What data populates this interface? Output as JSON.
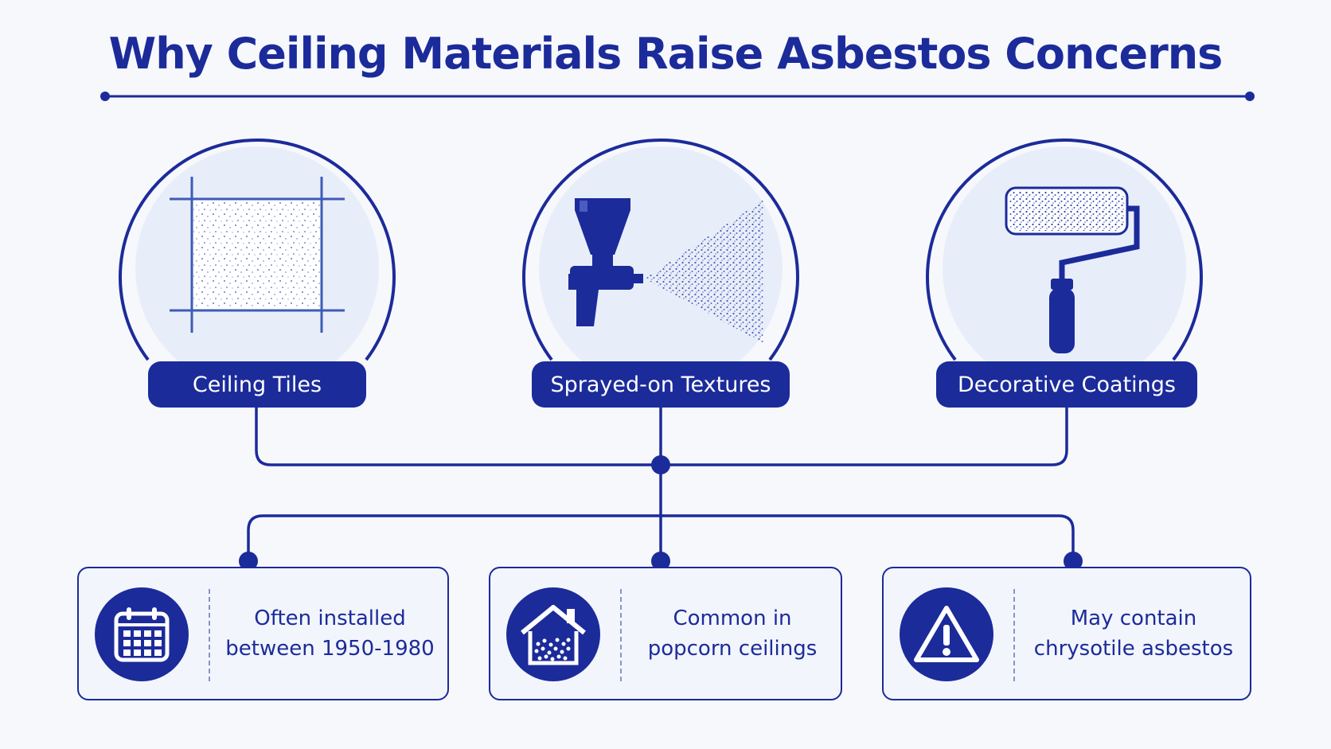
{
  "title": "Why Ceiling Materials Raise Asbestos Concerns",
  "materials": [
    {
      "label": "Ceiling Tiles",
      "icon": "ceiling-tile-icon"
    },
    {
      "label": "Sprayed-on Textures",
      "icon": "spray-gun-icon"
    },
    {
      "label": "Decorative Coatings",
      "icon": "paint-roller-icon"
    }
  ],
  "facts": [
    {
      "line1": "Often installed",
      "line2": "between 1950-1980",
      "icon": "calendar-icon"
    },
    {
      "line1": "Common in",
      "line2": "popcorn ceilings",
      "icon": "house-icon"
    },
    {
      "line1": "May contain",
      "line2": "chrysotile asbestos",
      "icon": "warning-icon"
    }
  ],
  "colors": {
    "primary": "#1c2b9a",
    "circle_fill": "#e8eef9",
    "background": "#f7f8fc"
  }
}
